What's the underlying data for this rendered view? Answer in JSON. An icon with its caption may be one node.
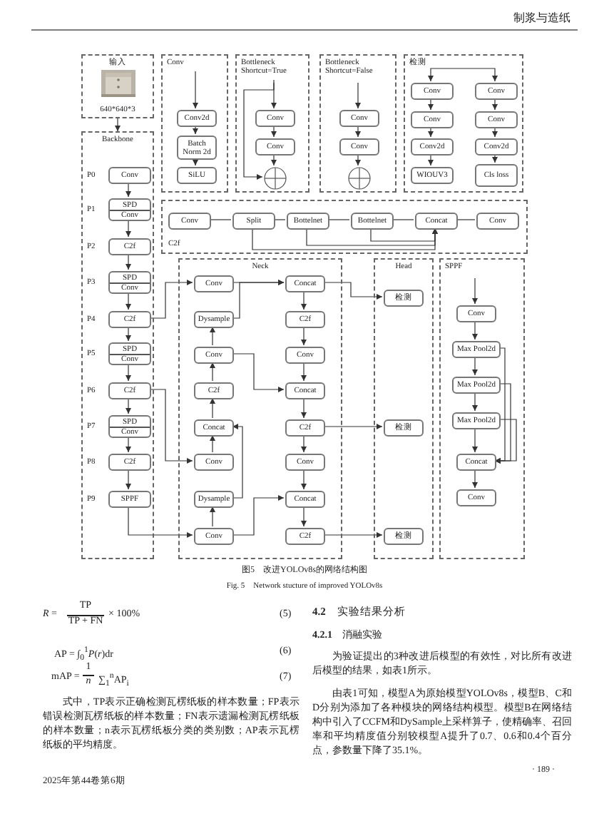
{
  "diagram": {
    "caption": "图5　改进YOLOv8s的网络结构图",
    "nodes": [
      {
        "text": [
          "输入",
          "640*640*3"
        ]
      },
      {
        "text": [
          "Backbone"
        ]
      },
      {
        "text": [
          "Conv"
        ],
        "in": 1,
        "beside": [
          "P0"
        ]
      },
      {
        "text": [
          "SPD",
          "Conv"
        ],
        "in": 1,
        "beside": [
          "P1"
        ]
      },
      {
        "text": [
          "C2f"
        ],
        "in": 1,
        "beside": [
          "P2"
        ]
      },
      {
        "text": [
          "SPD",
          "Conv"
        ],
        "in": 1,
        "beside": [
          "P3"
        ]
      },
      {
        "text": [
          "C2f"
        ],
        "in": 1,
        "beside": [
          "P4"
        ]
      },
      {
        "text": [
          "SPD",
          "Conv"
        ],
        "in": 1,
        "beside": [
          "P5"
        ]
      },
      {
        "text": [
          "C2f"
        ],
        "in": 1,
        "beside": [
          "P6"
        ]
      },
      {
        "text": [
          "SPD",
          "Conv"
        ],
        "in": 1,
        "beside": [
          "P7"
        ]
      },
      {
        "text": [
          "C2f"
        ],
        "in": 1,
        "beside": [
          "P8"
        ]
      },
      {
        "text": [
          "SPPF"
        ],
        "in": 1,
        "beside": [
          "P9"
        ]
      },
      {
        "text": [
          "Conv"
        ]
      },
      {
        "text": [
          "Conv2d"
        ],
        "in": 12
      },
      {
        "text": [
          "Batch Norm 2d"
        ],
        "in": 12
      },
      {
        "text": [
          "SiLU"
        ],
        "in": 12
      },
      {
        "text": [
          "Bottleneck Shortcut=True"
        ]
      },
      {
        "text": [
          "Conv"
        ],
        "in": 16
      },
      {
        "text": [
          "Conv"
        ],
        "in": 16
      },
      {
        "text": [],
        "shape": "circle",
        "in": 16
      },
      {
        "text": [
          "Bottleneck Shortcut=False"
        ]
      },
      {
        "text": [
          "Conv"
        ],
        "in": 20
      },
      {
        "text": [
          "Conv"
        ],
        "in": 20
      },
      {
        "text": [],
        "shape": "circle",
        "in": 20
      },
      {
        "text": [
          "检测"
        ]
      },
      {
        "text": [
          "Conv"
        ],
        "in": 24
      },
      {
        "text": [
          "Conv"
        ],
        "in": 24
      },
      {
        "text": [
          "Conv"
        ],
        "in": 24
      },
      {
        "text": [
          "Conv"
        ],
        "in": 24
      },
      {
        "text": [
          "Conv2d"
        ],
        "in": 24
      },
      {
        "text": [
          "Conv2d"
        ],
        "in": 24
      },
      {
        "text": [
          "WIOUV3"
        ],
        "in": 24
      },
      {
        "text": [
          "Cls loss"
        ],
        "in": 24
      },
      {
        "text": [
          "C2f"
        ]
      },
      {
        "text": [
          "Conv"
        ],
        "in": 33
      },
      {
        "text": [
          "Split"
        ],
        "in": 33
      },
      {
        "text": [
          "Bottelnet"
        ],
        "in": 33
      },
      {
        "text": [
          "Bottelnet"
        ],
        "in": 33
      },
      {
        "text": [
          "Concat"
        ],
        "in": 33
      },
      {
        "text": [
          "Conv"
        ],
        "in": 33
      },
      {
        "text": [
          "Neck"
        ]
      },
      {
        "text": [
          "Conv"
        ],
        "in": 40
      },
      {
        "text": [
          "Concat"
        ],
        "in": 40
      },
      {
        "text": [
          "Dysample"
        ],
        "in": 40
      },
      {
        "text": [
          "C2f"
        ],
        "in": 40
      },
      {
        "text": [
          "Conv"
        ],
        "in": 40
      },
      {
        "text": [
          "Conv"
        ],
        "in": 40
      },
      {
        "text": [
          "C2f"
        ],
        "in": 40
      },
      {
        "text": [
          "Concat"
        ],
        "in": 40
      },
      {
        "text": [
          "Concat"
        ],
        "in": 40
      },
      {
        "text": [
          "C2f"
        ],
        "in": 40
      },
      {
        "text": [
          "Conv"
        ],
        "in": 40
      },
      {
        "text": [
          "Conv"
        ],
        "in": 40
      },
      {
        "text": [
          "Dysample"
        ],
        "in": 40
      },
      {
        "text": [
          "Concat"
        ],
        "in": 40
      },
      {
        "text": [
          "Conv"
        ],
        "in": 40
      },
      {
        "text": [
          "C2f"
        ],
        "in": 40
      },
      {
        "text": [
          "Head"
        ]
      },
      {
        "text": [
          "检测"
        ],
        "in": 57
      },
      {
        "text": [
          "检测"
        ],
        "in": 57
      },
      {
        "text": [
          "检测"
        ],
        "in": 57
      },
      {
        "text": [
          "SPPF"
        ]
      },
      {
        "text": [
          "Conv"
        ],
        "in": 61
      },
      {
        "text": [
          "Max Pool2d"
        ],
        "in": 61
      },
      {
        "text": [
          "Max Pool2d"
        ],
        "in": 61
      },
      {
        "text": [
          "Max Pool2d"
        ],
        "in": 61
      },
      {
        "text": [
          "Concat"
        ],
        "in": 61
      },
      {
        "text": [
          "Conv"
        ],
        "in": 61
      }
    ],
    "edges": [
      {
        "from": 0,
        "to": 1,
        "arrow": "to"
      },
      {
        "from": 2,
        "to": 3,
        "arrow": "to"
      },
      {
        "from": 3,
        "to": 4,
        "arrow": "to"
      },
      {
        "from": 4,
        "to": 5,
        "arrow": "to"
      },
      {
        "from": 5,
        "to": 6,
        "arrow": "to"
      },
      {
        "from": 6,
        "to": 7,
        "arrow": "to"
      },
      {
        "from": 7,
        "to": 8,
        "arrow": "to"
      },
      {
        "from": 8,
        "to": 9,
        "arrow": "to"
      },
      {
        "from": 9,
        "to": 10,
        "arrow": "to"
      },
      {
        "from": 10,
        "to": 11,
        "arrow": "to"
      },
      {
        "from": null,
        "to": 13,
        "arrow": "to"
      },
      {
        "from": 13,
        "to": 14,
        "arrow": "to"
      },
      {
        "from": 14,
        "to": 15,
        "arrow": "to"
      },
      {
        "from": null,
        "to": 17,
        "arrow": "to"
      },
      {
        "from": 17,
        "to": 18,
        "arrow": "to"
      },
      {
        "from": 18,
        "to": 19,
        "arrow": "to"
      },
      {
        "from": null,
        "to": 19,
        "arrow": "to"
      },
      {
        "from": null,
        "to": 21,
        "arrow": "to"
      },
      {
        "from": 21,
        "to": 22,
        "arrow": "to"
      },
      {
        "from": 22,
        "to": 23,
        "arrow": "to"
      },
      {
        "from": null,
        "to": 25,
        "arrow": "to"
      },
      {
        "from": null,
        "to": 26,
        "arrow": "to"
      },
      {
        "from": 25,
        "to": 27,
        "arrow": "to"
      },
      {
        "from": 27,
        "to": 29,
        "arrow": "to"
      },
      {
        "from": 29,
        "to": 31,
        "arrow": "to"
      },
      {
        "from": 26,
        "to": 28,
        "arrow": "to"
      },
      {
        "from": 28,
        "to": 30,
        "arrow": "to"
      },
      {
        "from": 30,
        "to": 32,
        "arrow": "to"
      },
      {
        "from": 34,
        "to": 35,
        "arrow": "none"
      },
      {
        "from": 35,
        "to": 36,
        "arrow": "none"
      },
      {
        "from": 36,
        "to": 37,
        "arrow": "none"
      },
      {
        "from": 37,
        "to": 38,
        "arrow": "none"
      },
      {
        "from": 38,
        "to": 39,
        "arrow": "none"
      },
      {
        "from": 35,
        "to": 38,
        "arrow": "to"
      },
      {
        "from": 36,
        "to": 38,
        "arrow": "to"
      },
      {
        "from": 37,
        "to": 38,
        "arrow": "to"
      },
      {
        "from": 6,
        "to": 41,
        "arrow": "to"
      },
      {
        "from": 41,
        "to": 42,
        "arrow": "to"
      },
      {
        "from": 43,
        "to": 42,
        "arrow": "to"
      },
      {
        "from": 45,
        "to": 43,
        "arrow": "to"
      },
      {
        "from": 47,
        "to": 45,
        "arrow": "to"
      },
      {
        "from": 49,
        "to": 47,
        "arrow": "to"
      },
      {
        "from": 51,
        "to": 49,
        "arrow": "to"
      },
      {
        "from": 45,
        "to": 48,
        "arrow": "to"
      },
      {
        "from": 8,
        "to": 51,
        "arrow": "to"
      },
      {
        "from": 53,
        "to": 49,
        "arrow": "to"
      },
      {
        "from": 55,
        "to": 53,
        "arrow": "to"
      },
      {
        "from": 11,
        "to": 55,
        "arrow": "to"
      },
      {
        "from": 55,
        "to": 54,
        "arrow": "to"
      },
      {
        "from": 42,
        "to": 44,
        "arrow": "to"
      },
      {
        "from": 44,
        "to": 46,
        "arrow": "to"
      },
      {
        "from": 46,
        "to": 48,
        "arrow": "to"
      },
      {
        "from": 48,
        "to": 50,
        "arrow": "to"
      },
      {
        "from": 50,
        "to": 52,
        "arrow": "to"
      },
      {
        "from": 52,
        "to": 54,
        "arrow": "to"
      },
      {
        "from": 54,
        "to": 56,
        "arrow": "to"
      },
      {
        "from": 42,
        "to": 58,
        "arrow": "to"
      },
      {
        "from": 50,
        "to": 59,
        "arrow": "to"
      },
      {
        "from": 56,
        "to": 60,
        "arrow": "to"
      },
      {
        "from": null,
        "to": 62,
        "arrow": "to"
      },
      {
        "from": 62,
        "to": 63,
        "arrow": "to"
      },
      {
        "from": 63,
        "to": 64,
        "arrow": "to"
      },
      {
        "from": 64,
        "to": 65,
        "arrow": "to"
      },
      {
        "from": 65,
        "to": 66,
        "arrow": "to"
      },
      {
        "from": 66,
        "to": 67,
        "arrow": "to"
      },
      {
        "from": 63,
        "to": 66,
        "arrow": "to"
      },
      {
        "from": 64,
        "to": 66,
        "arrow": "to"
      },
      {
        "from": 65,
        "to": 66,
        "arrow": "to"
      }
    ],
    "labels": [
      "制浆与造纸",
      "Fig. 5　Network stucture of improved YOLOv8s",
      "*R* =",
      "TP",
      "TP + FN",
      "× 100%",
      "(5)",
      "AP = ∫$_{0}$$^{1}$*P*(*r*)dr",
      "(6)",
      "mAP =",
      "1",
      "n",
      "∑$_{1}$$^{n}$AP$_{i}$",
      "(7)",
      "式中，TP表示正确检测瓦楞纸板的样本数量；FP表示错误检测瓦楞纸板的样本数量；FN表示遗漏检测瓦楞纸板的样本数量；n表示瓦楞纸板分类的类别数；AP表示瓦楞纸板的平均精度。",
      "2025年第44卷第6期",
      "**4.2**　实验结果分析",
      "**4.2.1**　消融实验",
      "为验证提出的3种改进后模型的有效性，对比所有改进后模型的结果，如表1所示。",
      "由表1可知，模型A为原始模型YOLOv8s，模型B、C和D分别为添加了各种模块的网络结构模型。模型B在网络结构中引入了CCFM和DySample上采样算子，使精确率、召回率和平均精度值分别较模型A提升了0.7、0.6和0.4个百分点，参数量下降了35.1%。",
      "· 189 ·"
    ]
  }
}
